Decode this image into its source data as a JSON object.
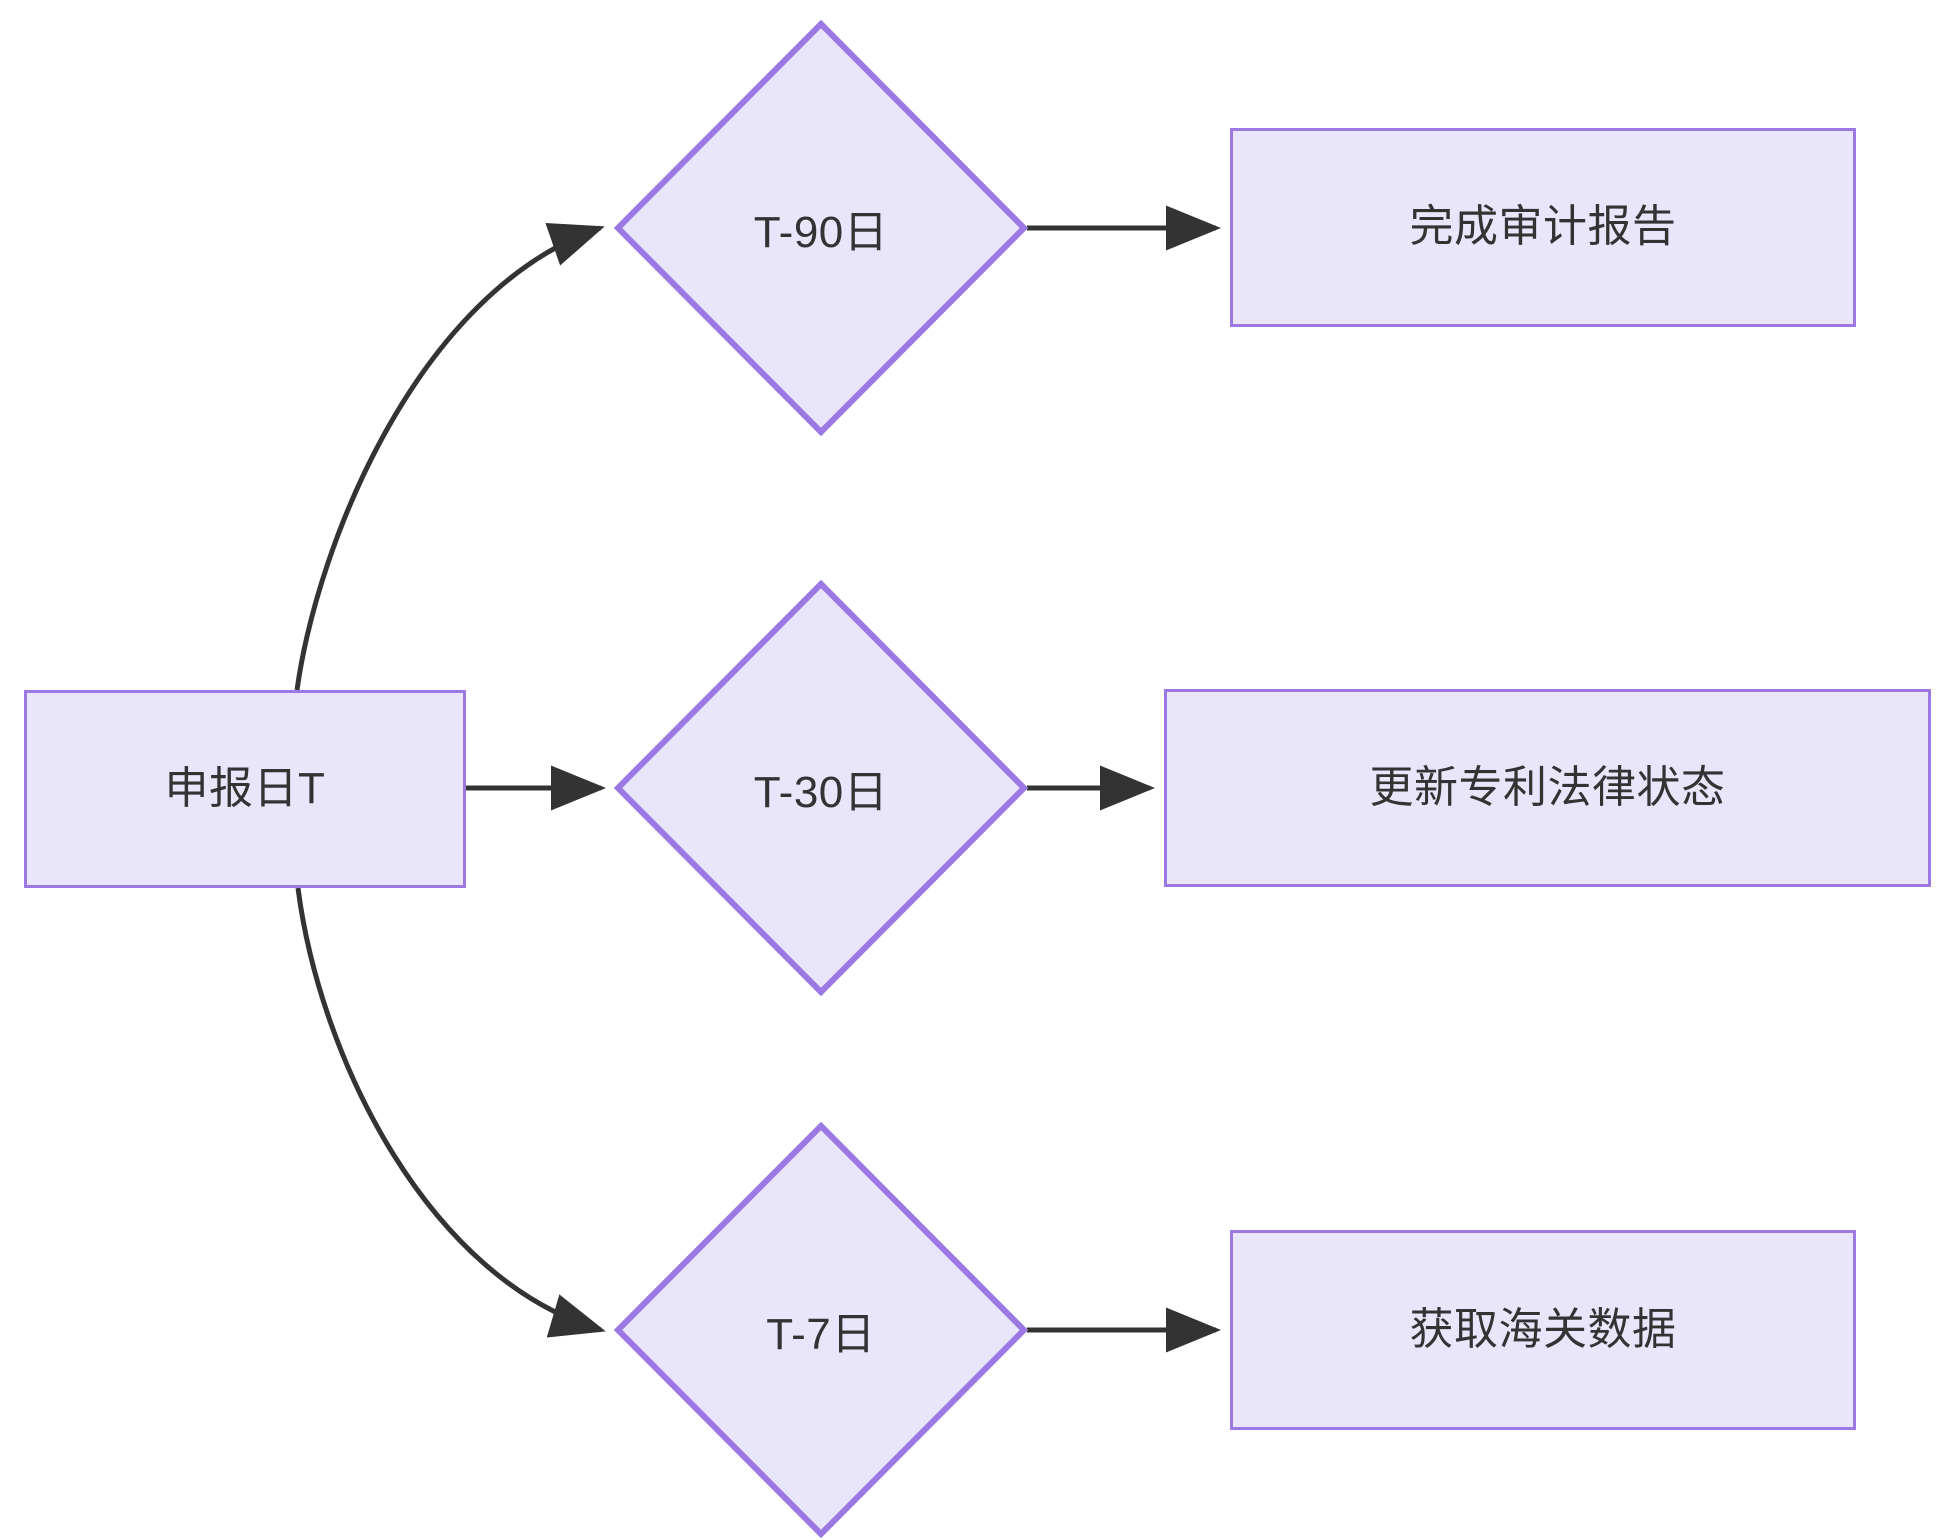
{
  "diagram": {
    "type": "flowchart",
    "direction": "left-to-right",
    "title": "",
    "colors": {
      "node_fill": "#e9e6fb",
      "node_border": "#9b78e3",
      "edge_stroke": "#333333",
      "text": "#333333",
      "background": "#ffffff"
    },
    "source_node": {
      "id": "filing-date",
      "shape": "rectangle",
      "label": "申报日T"
    },
    "decision_nodes": [
      {
        "id": "t-minus-90",
        "shape": "diamond",
        "label": "T-90日"
      },
      {
        "id": "t-minus-30",
        "shape": "diamond",
        "label": "T-30日"
      },
      {
        "id": "t-minus-7",
        "shape": "diamond",
        "label": "T-7日"
      }
    ],
    "task_nodes": [
      {
        "id": "audit-report",
        "shape": "rectangle",
        "label": "完成审计报告"
      },
      {
        "id": "patent-status",
        "shape": "rectangle",
        "label": "更新专利法律状态"
      },
      {
        "id": "customs-data",
        "shape": "rectangle",
        "label": "获取海关数据"
      }
    ],
    "edges": [
      {
        "from": "申报日T",
        "to": "T-90日",
        "label": "",
        "style": "curved"
      },
      {
        "from": "申报日T",
        "to": "T-30日",
        "label": "",
        "style": "straight"
      },
      {
        "from": "申报日T",
        "to": "T-7日",
        "label": "",
        "style": "curved"
      },
      {
        "from": "T-90日",
        "to": "完成审计报告",
        "label": "",
        "style": "straight"
      },
      {
        "from": "T-30日",
        "to": "更新专利法律状态",
        "label": "",
        "style": "straight"
      },
      {
        "from": "T-7日",
        "to": "获取海关数据",
        "label": "",
        "style": "straight"
      }
    ]
  }
}
